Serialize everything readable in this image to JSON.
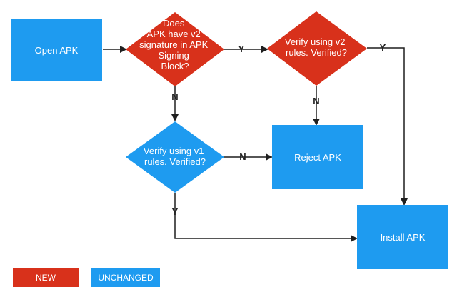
{
  "colors": {
    "new": "#d8311b",
    "unchanged": "#1e9bf0",
    "line": "#1f1f1f"
  },
  "nodes": {
    "open_apk": {
      "lines": [
        "Open APK"
      ],
      "status": "unchanged"
    },
    "v2_check": {
      "lines": [
        "Does",
        "APK have v2",
        "signature in APK",
        "Signing",
        "Block?"
      ],
      "status": "new"
    },
    "verify_v2": {
      "lines": [
        "Verify using v2",
        "rules. Verified?"
      ],
      "status": "new"
    },
    "verify_v1": {
      "lines": [
        "Verify using v1",
        "rules. Verified?"
      ],
      "status": "unchanged"
    },
    "reject_apk": {
      "lines": [
        "Reject APK"
      ],
      "status": "unchanged"
    },
    "install_apk": {
      "lines": [
        "Install APK"
      ],
      "status": "unchanged"
    }
  },
  "edges": {
    "v2check_to_verifyv2": "Y",
    "v2check_to_verifyv1": "N",
    "verifyv2_to_reject": "N",
    "verifyv2_to_install": "Y",
    "verifyv1_to_reject": "N",
    "verifyv1_to_install": "Y"
  },
  "legend": {
    "new": "NEW",
    "unchanged": "UNCHANGED"
  }
}
